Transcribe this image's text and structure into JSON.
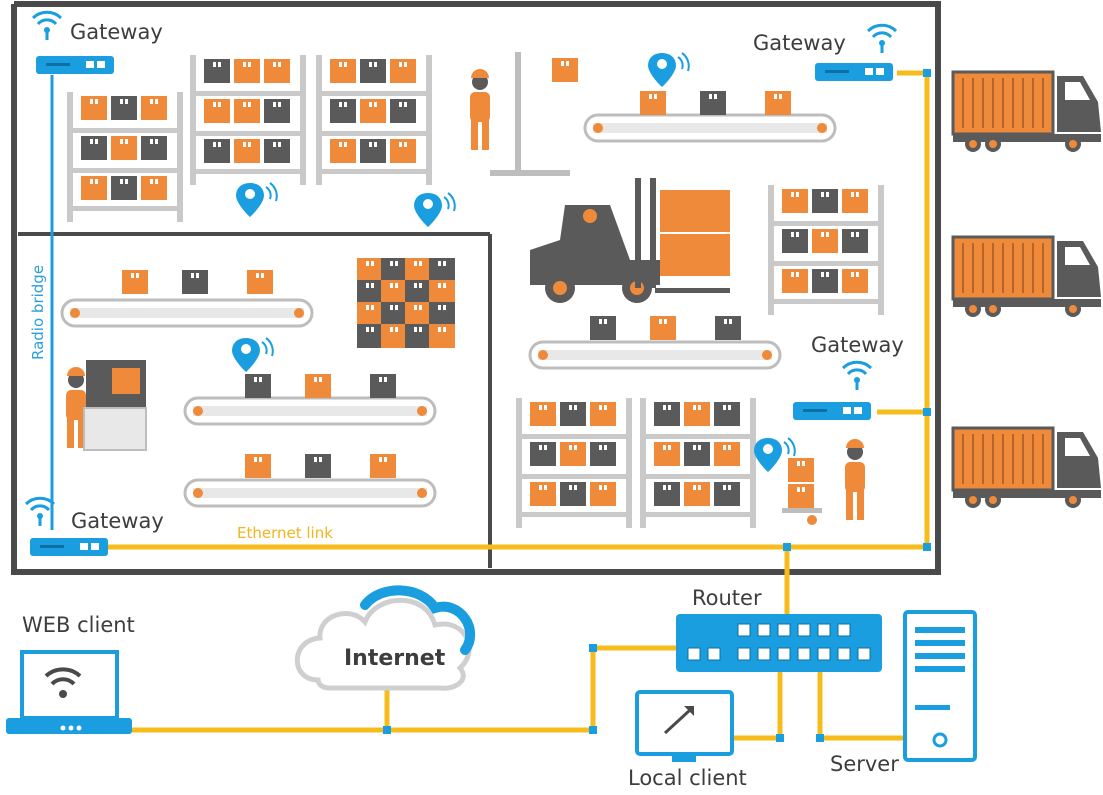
{
  "labels": {
    "gateway_top_left": "Gateway",
    "gateway_top_right": "Gateway",
    "gateway_mid_right": "Gateway",
    "gateway_bottom_left": "Gateway",
    "radio_bridge": "Radio bridge",
    "ethernet_link": "Ethernet link",
    "web_client": "WEB client",
    "internet": "Internet",
    "router": "Router",
    "local_client": "Local client",
    "server": "Server"
  },
  "colors": {
    "orange": "#ee8a3a",
    "dark_gray": "#5a5a5a",
    "rack_gray": "#c9c9c9",
    "blue": "#1a9ee0",
    "yellow": "#f5bc1c",
    "wall": "#4a4a4a"
  }
}
